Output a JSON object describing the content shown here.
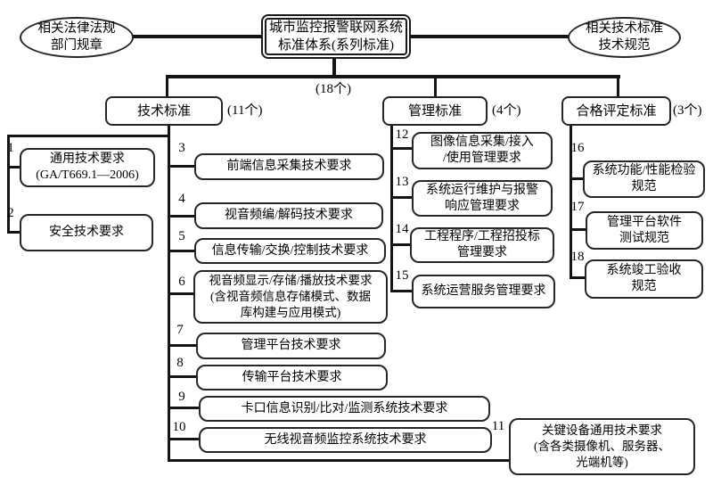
{
  "diagram": {
    "title_box": {
      "lines": [
        "城市监控报警联网系统",
        "标准体系(系列标准)"
      ]
    },
    "left_ellipse": {
      "lines": [
        "相关法律法规",
        "部门规章"
      ]
    },
    "right_ellipse": {
      "lines": [
        "相关技术标准",
        "技术规范"
      ]
    },
    "total_count_label": "(18个)",
    "branches": [
      {
        "label": "技术标准",
        "count_label": "(11个)"
      },
      {
        "label": "管理标准",
        "count_label": "(4个)"
      },
      {
        "label": "合格评定标准",
        "count_label": "(3个)"
      }
    ],
    "items": [
      {
        "num": "1",
        "lines": [
          "通用技术要求",
          "(GA/T669.1—2006)"
        ]
      },
      {
        "num": "2",
        "lines": [
          "安全技术要求"
        ]
      },
      {
        "num": "3",
        "lines": [
          "前端信息采集技术要求"
        ]
      },
      {
        "num": "4",
        "lines": [
          "视音频编/解码技术要求"
        ]
      },
      {
        "num": "5",
        "lines": [
          "信息传输/交换/控制技术要求"
        ]
      },
      {
        "num": "6",
        "lines": [
          "视音频显示/存储/播放技术要求",
          "(含视音频信息存储模式、数据",
          "库构建与应用模式)"
        ]
      },
      {
        "num": "7",
        "lines": [
          "管理平台技术要求"
        ]
      },
      {
        "num": "8",
        "lines": [
          "传输平台技术要求"
        ]
      },
      {
        "num": "9",
        "lines": [
          "卡口信息识别/比对/监测系统技术要求"
        ]
      },
      {
        "num": "10",
        "lines": [
          "无线视音频监控系统技术要求"
        ]
      },
      {
        "num": "11",
        "lines": [
          "关键设备通用技术要求",
          "(含各类摄像机、服务器、",
          "光端机等)"
        ]
      },
      {
        "num": "12",
        "lines": [
          "图像信息采集/接入",
          "/使用管理要求"
        ]
      },
      {
        "num": "13",
        "lines": [
          "系统运行维护与报警",
          "响应管理要求"
        ]
      },
      {
        "num": "14",
        "lines": [
          "工程程序/工程招投标",
          "管理要求"
        ]
      },
      {
        "num": "15",
        "lines": [
          "系统运营服务管理要求"
        ]
      },
      {
        "num": "16",
        "lines": [
          "系统功能/性能检验",
          "规范"
        ]
      },
      {
        "num": "17",
        "lines": [
          "管理平台软件",
          "测试规范"
        ]
      },
      {
        "num": "18",
        "lines": [
          "系统竣工验收",
          "规范"
        ]
      }
    ],
    "colors": {
      "line": "#141414",
      "border": "#262626",
      "background": "#ffffff",
      "text": "#000000"
    }
  }
}
